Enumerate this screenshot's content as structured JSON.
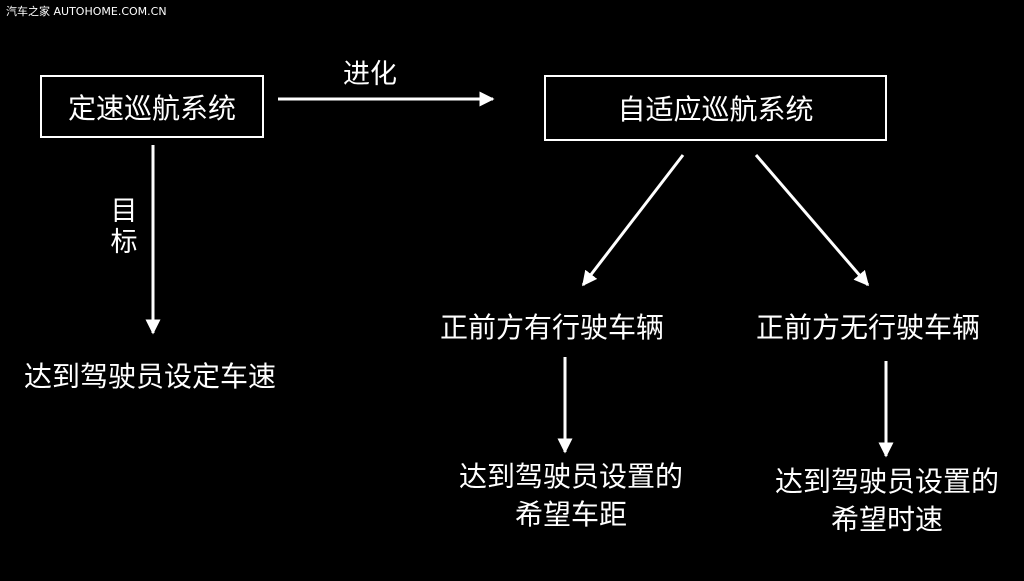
{
  "watermark": "汽车之家 AUTOHOME.COM.CN",
  "nodes": {
    "cruise_control": "定速巡航系统",
    "adaptive_cruise": "自适应巡航系统",
    "cc_result": "达到驾驶员设定车速",
    "with_vehicle": "正前方有行驶车辆",
    "no_vehicle": "正前方无行驶车辆",
    "distance_result_line1": "达到驾驶员设置的",
    "distance_result_line2": "希望车距",
    "timegap_result_line1": "达到驾驶员设置的",
    "timegap_result_line2": "希望时速"
  },
  "edges": {
    "evolve": "进化",
    "goal": "目标"
  },
  "colors": {
    "background": "#000000",
    "foreground": "#ffffff"
  }
}
